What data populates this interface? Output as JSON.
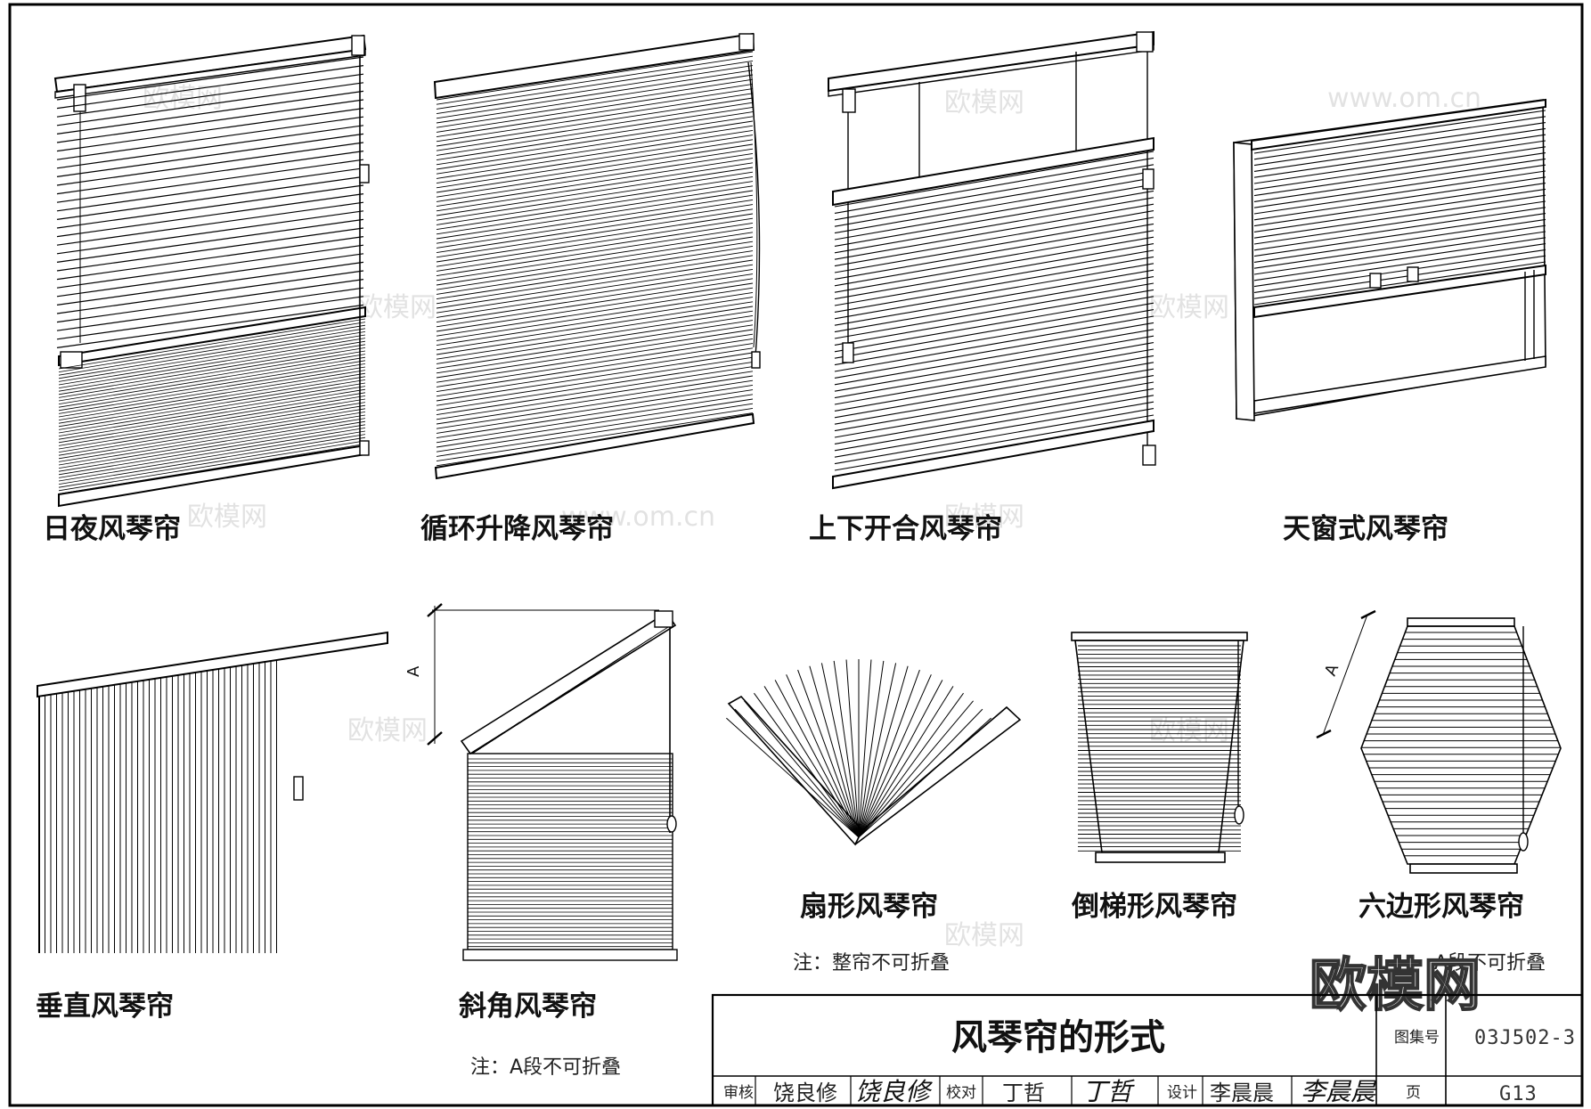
{
  "labels": {
    "day_night": "日夜风琴帘",
    "cyclic": "循环升降风琴帘",
    "top_down_bottom_up": "上下开合风琴帘",
    "skylight": "天窗式风琴帘",
    "vertical": "垂直风琴帘",
    "oblique": "斜角风琴帘",
    "fan": "扇形风琴帘",
    "inverted_trapezoid": "倒梯形风琴帘",
    "hexagon": "六边形风琴帘"
  },
  "notes": {
    "oblique_note": "注：A段不可折叠",
    "fan_note": "注：整帘不可折叠",
    "hexagon_note": "A段不可折叠"
  },
  "dims": {
    "a": "A"
  },
  "title_block": {
    "title": "风琴帘的形式",
    "atlas_label": "图集号",
    "atlas_no": "03J502-3",
    "review_label": "审核",
    "reviewer": "饶良修",
    "check_label": "校对",
    "checker": "丁哲",
    "design_label": "设计",
    "designer": "李晨晨",
    "page_label": "页",
    "page_no": "G13"
  },
  "watermarks": {
    "brand": "欧模网",
    "url": "www.om.cn"
  }
}
